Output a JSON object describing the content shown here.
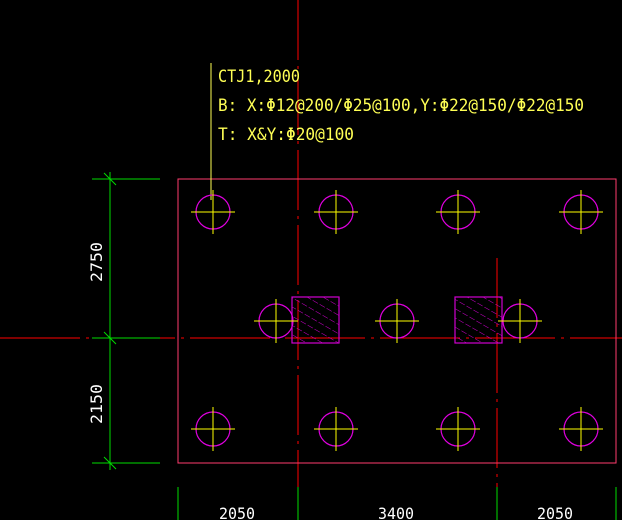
{
  "colors": {
    "background": "#000000",
    "axis": "#ff0000",
    "footing_outline": "#ff3c6e",
    "pile_circle": "#e000e0",
    "pile_cross": "#ffff00",
    "annotation_text": "#ffff55",
    "dimension_line": "#00dd00",
    "dimension_text": "#ffffff",
    "column_hatch": "#d000d0"
  },
  "annotation": {
    "line1": "CTJ1,2000",
    "line2": "B: X:Φ12@200/Φ25@100,Y:Φ22@150/Φ22@150",
    "line3": "T: X&Y:Φ20@100"
  },
  "dimensions": {
    "vertical": [
      "2750",
      "2150"
    ],
    "horizontal": [
      "2050",
      "3400",
      "2050"
    ]
  }
}
